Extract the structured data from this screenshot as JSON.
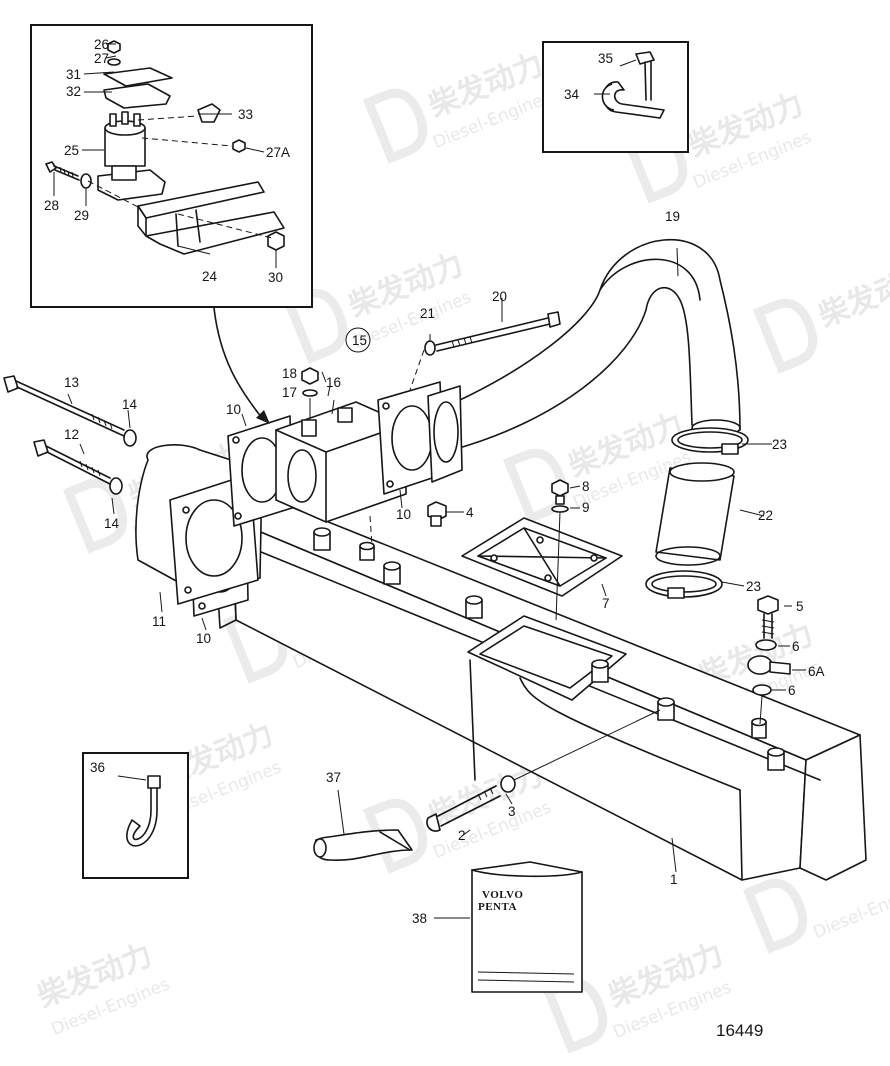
{
  "drawing_number": "16449",
  "brand_plate": {
    "line1": "VOLVO",
    "line2": "PENTA"
  },
  "callouts": {
    "p1": "1",
    "p2": "2",
    "p3": "3",
    "p4": "4",
    "p5": "5",
    "p6a": "6",
    "p6b": "6",
    "p6A": "6A",
    "p7": "7",
    "p8": "8",
    "p9": "9",
    "p10a": "10",
    "p10b": "10",
    "p10c": "10",
    "p11": "11",
    "p12": "12",
    "p13": "13",
    "p14a": "14",
    "p14b": "14",
    "p15": "15",
    "p16": "16",
    "p17": "17",
    "p18": "18",
    "p19": "19",
    "p20": "20",
    "p21": "21",
    "p22": "22",
    "p23a": "23",
    "p23b": "23",
    "p24": "24",
    "p25": "25",
    "p26": "26",
    "p27": "27",
    "p27A": "27A",
    "p28": "28",
    "p29": "29",
    "p30": "30",
    "p31": "31",
    "p32": "32",
    "p33": "33",
    "p34": "34",
    "p35": "35",
    "p36": "36",
    "p37": "37",
    "p38": "38"
  },
  "watermark": {
    "cn": "柴发动力",
    "en": "Diesel-Engines"
  }
}
